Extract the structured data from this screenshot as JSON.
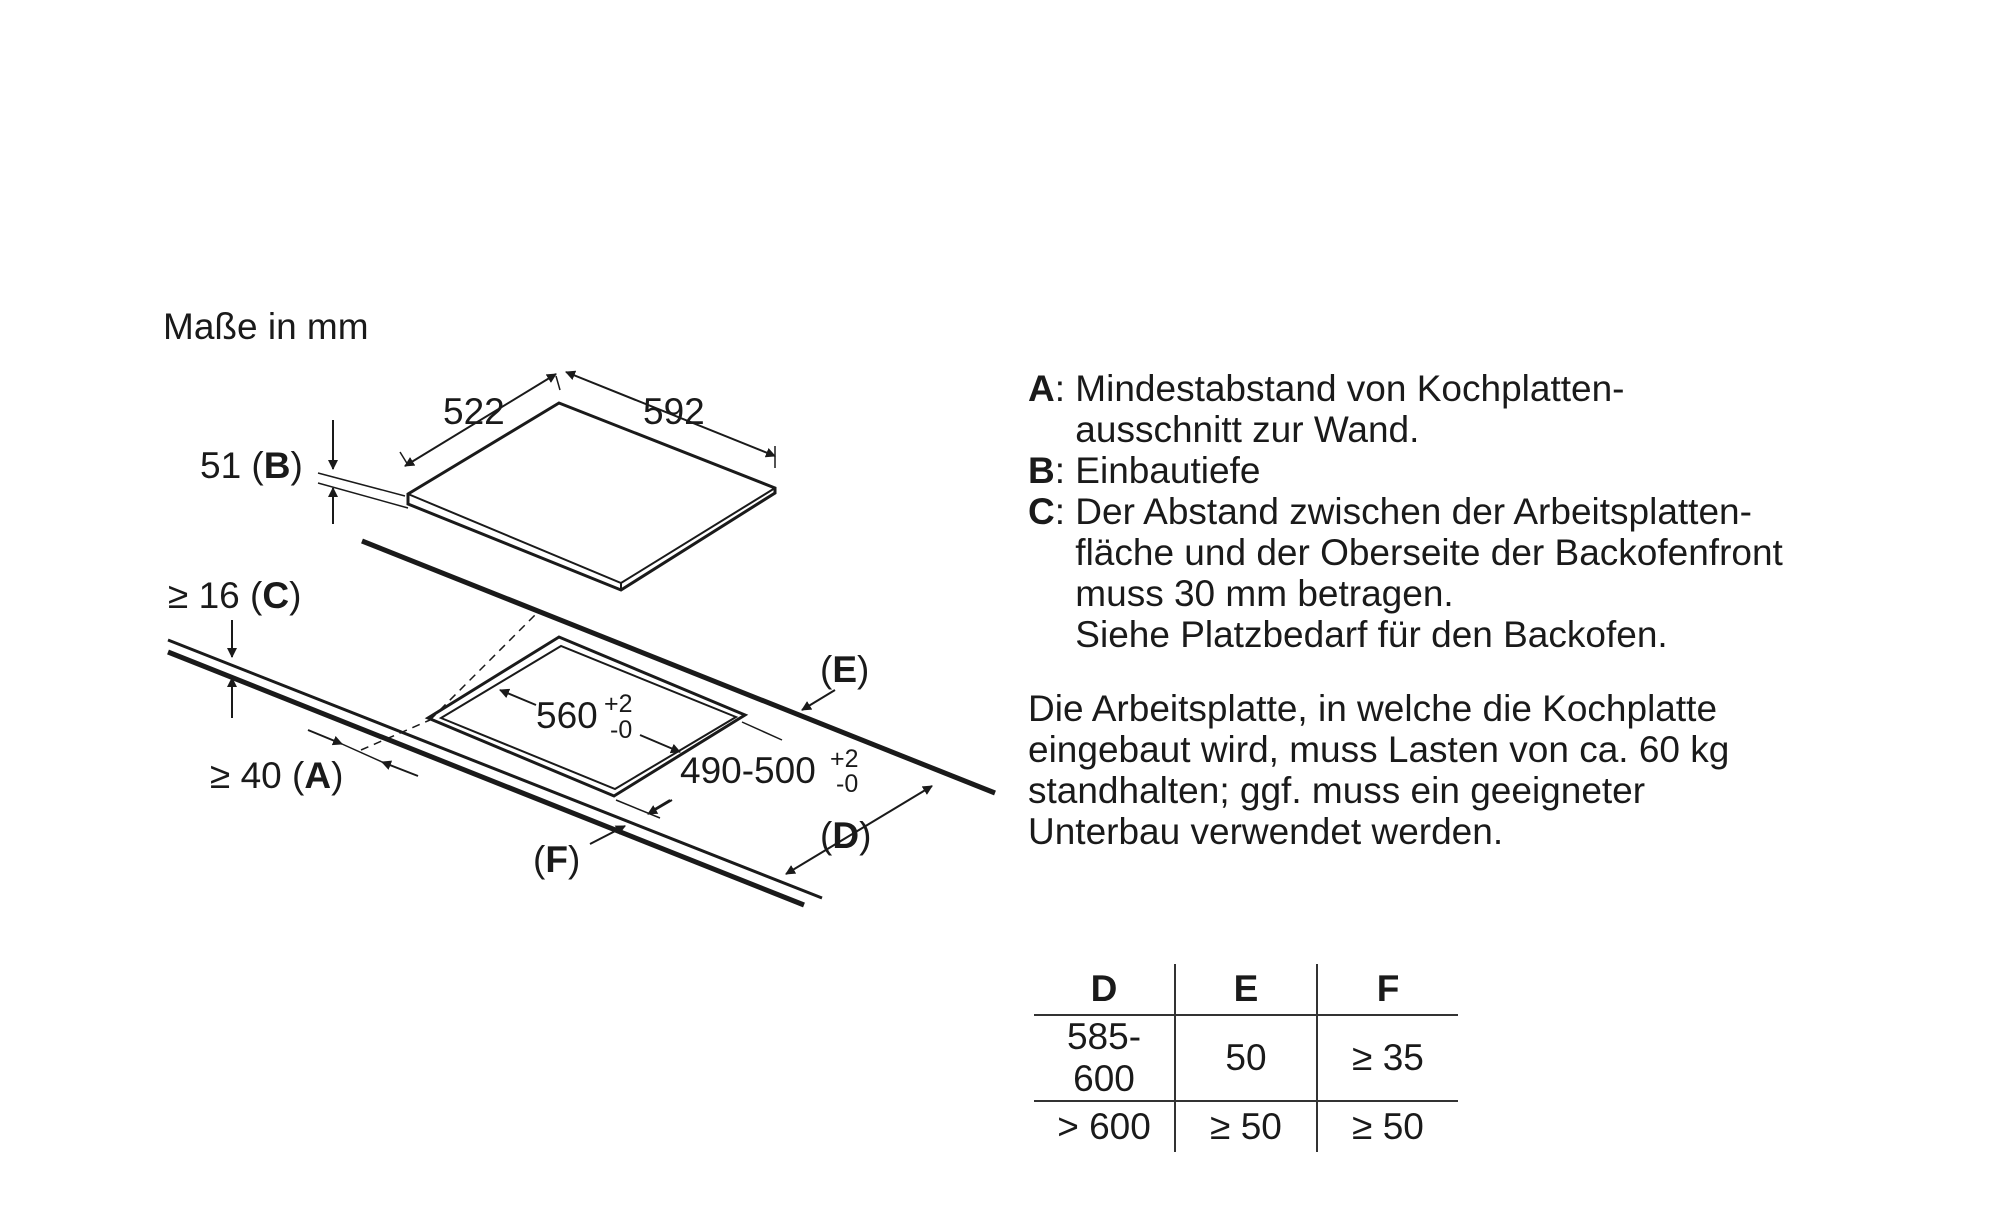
{
  "units_label": "Maße in mm",
  "dimensions": {
    "depth": "522",
    "width": "592",
    "height_b": "51",
    "height_b_key": "B",
    "gap_c": "≥ 16",
    "gap_c_key": "C",
    "gap_a": "≥ 40",
    "gap_a_key": "A",
    "cutout_width": "560",
    "cutout_width_tol_plus": "+2",
    "cutout_width_tol_minus": "-0",
    "cutout_depth": "490-500",
    "cutout_depth_tol_plus": "+2",
    "cutout_depth_tol_minus": "-0",
    "label_d": "D",
    "label_e": "E",
    "label_f": "F"
  },
  "legend": [
    {
      "key": "A",
      "text": "Mindestabstand von Kochplatten-\nausschnitt zur Wand."
    },
    {
      "key": "B",
      "text": "Einbautiefe"
    },
    {
      "key": "C",
      "text": "Der Abstand zwischen der Arbeitsplatten-\nfläche und der Oberseite der Backofenfront\nmuss 30 mm betragen.\nSiehe Platzbedarf für den Backofen."
    }
  ],
  "note": [
    "Die Arbeitsplatte, in welche die Kochplatte",
    "eingebaut wird, muss Lasten von ca. 60 kg",
    "standhalten; ggf. muss ein geeigneter",
    "Unterbau verwendet werden."
  ],
  "table": {
    "headers": [
      "D",
      "E",
      "F"
    ],
    "rows": [
      [
        "585-600",
        "50",
        "≥ 35"
      ],
      [
        "> 600",
        "≥ 50",
        "≥ 50"
      ]
    ]
  }
}
